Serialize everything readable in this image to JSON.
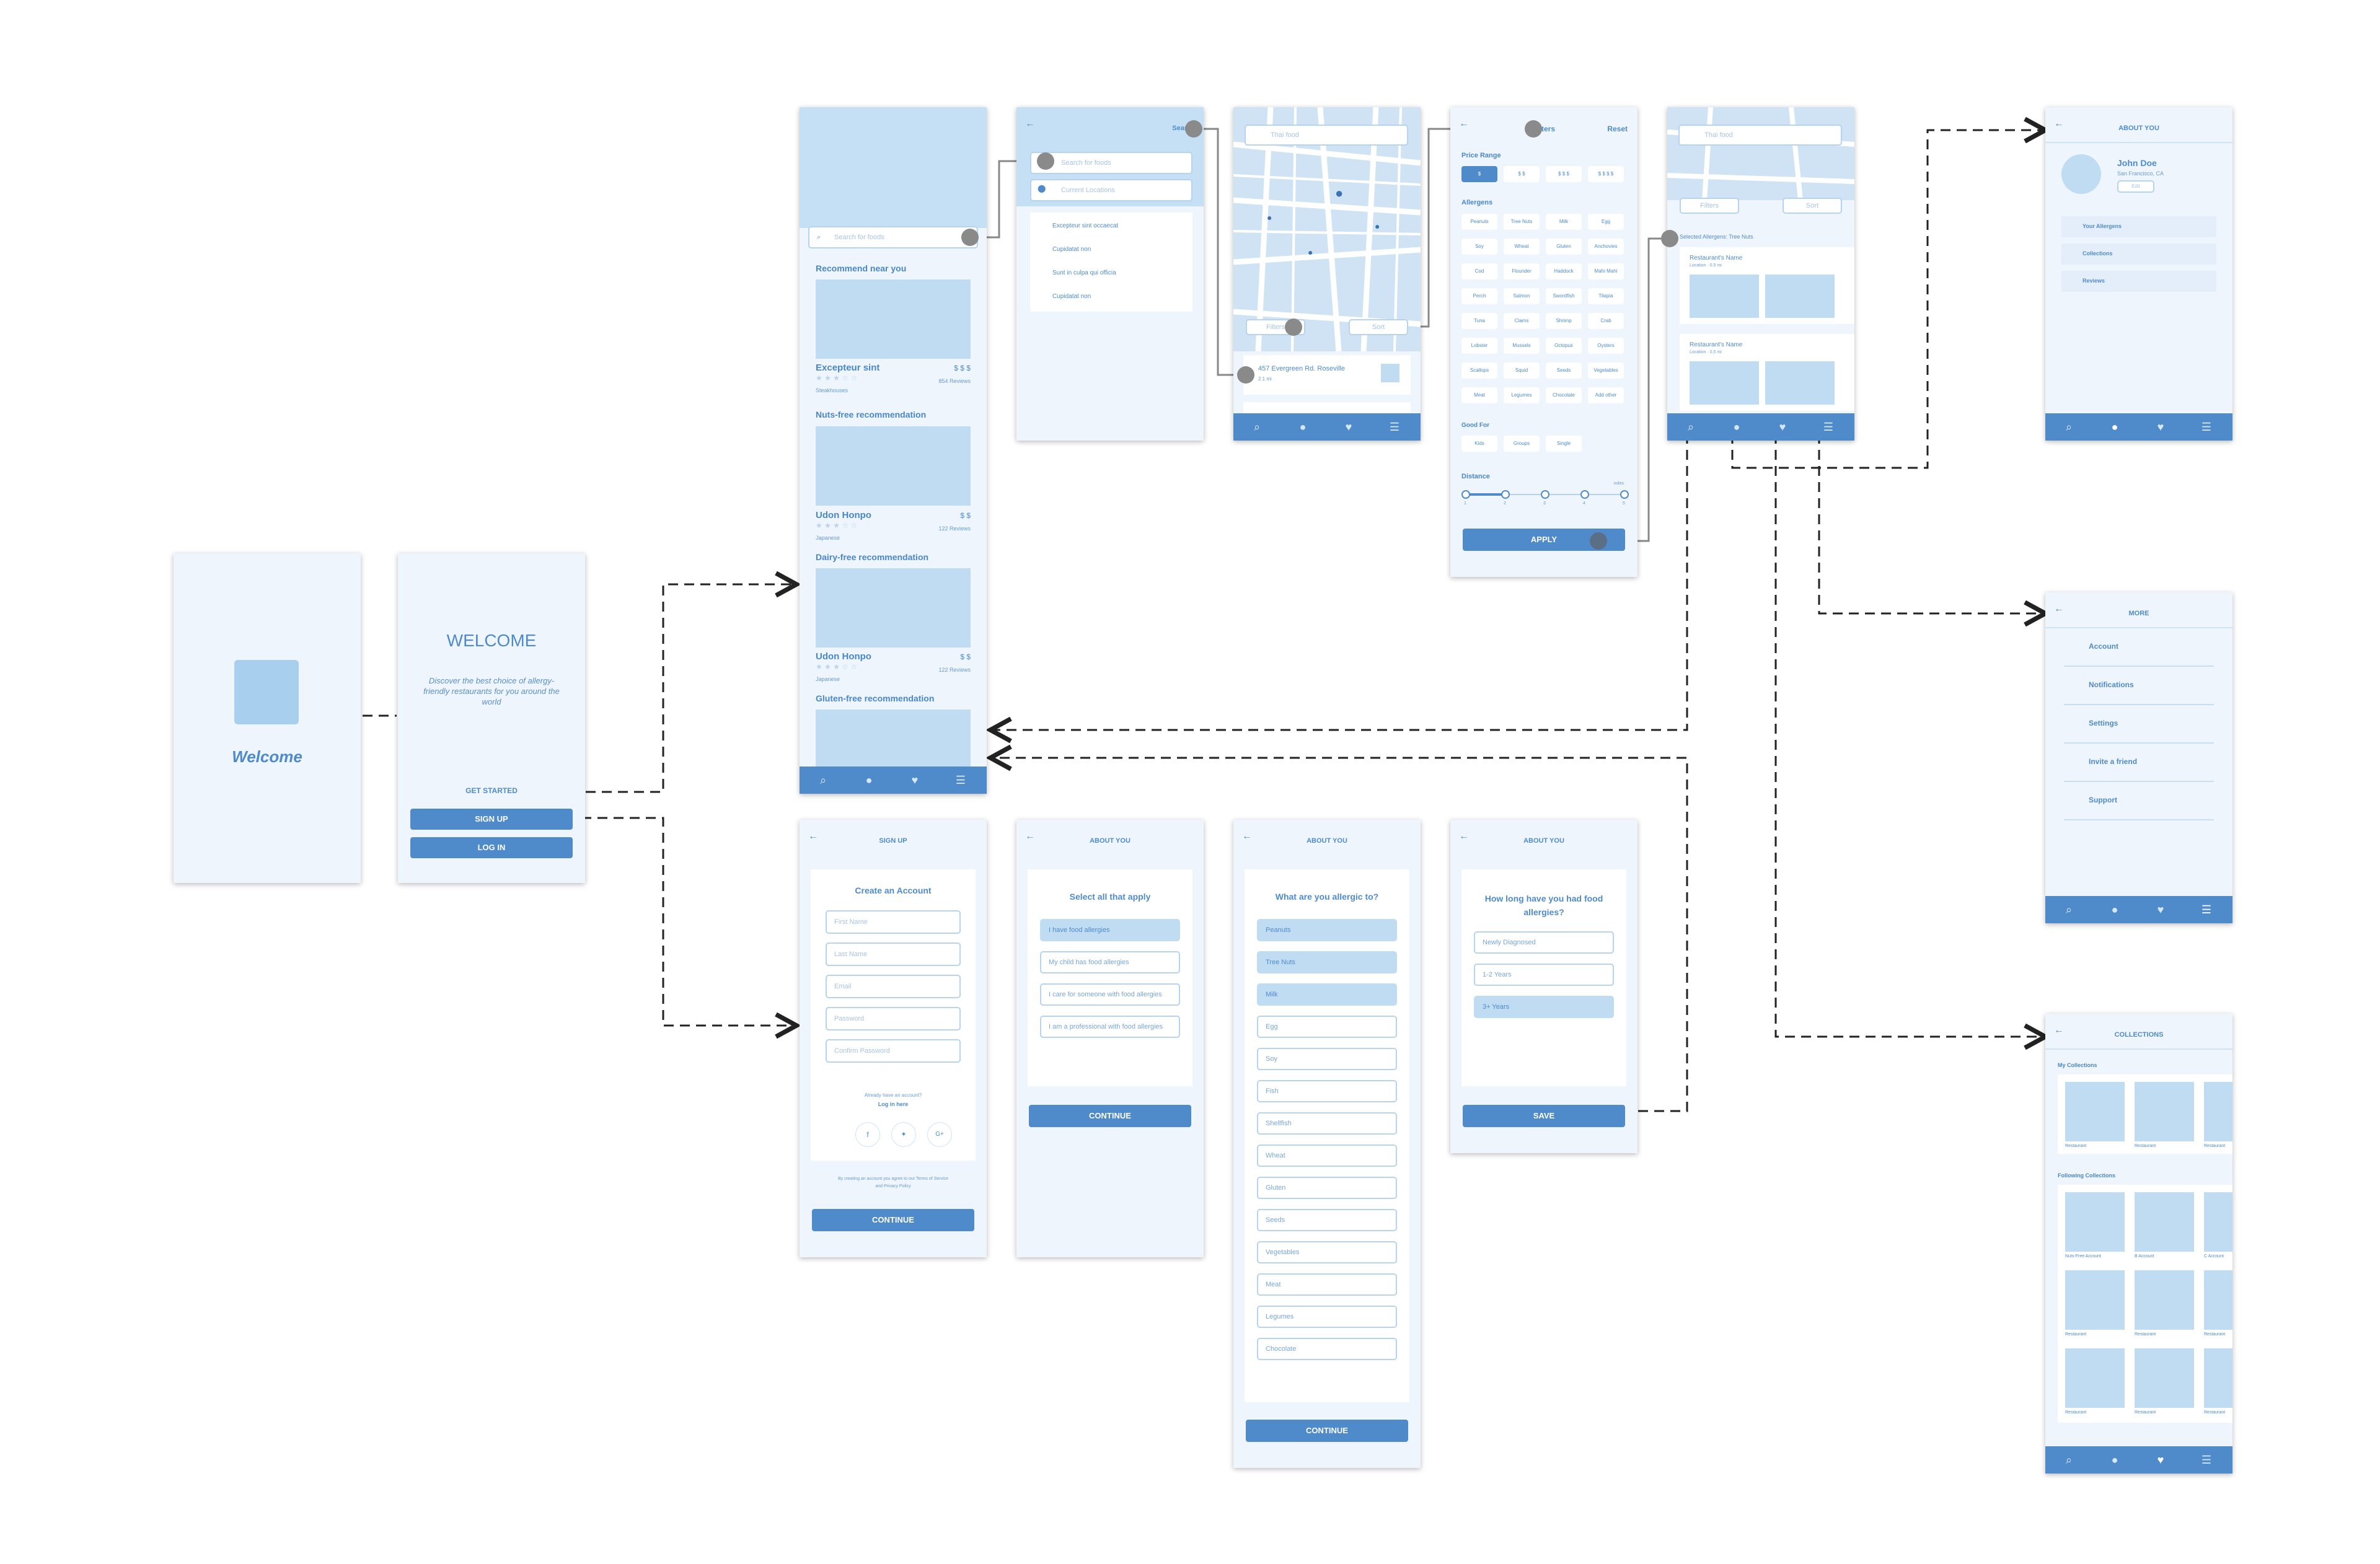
{
  "colors": {
    "accent": "#4f8bcb",
    "surface": "#eef5fc",
    "placeholder": "#bfdcf3"
  },
  "splash": {
    "title": "Welcome"
  },
  "welcome": {
    "title": "WELCOME",
    "subtitle": "Discover the best choice of allergy-friendly restaurants for you around the world",
    "get_started": "GET STARTED",
    "sign_up": "SIGN UP",
    "log_in": "LOG IN"
  },
  "home": {
    "search_placeholder": "Search for foods",
    "sections": [
      {
        "title": "Recommend near you",
        "name": "Excepteur sint",
        "price": "$ $ $",
        "reviews": "854 Reviews",
        "category": "Steakhouses"
      },
      {
        "title": "Nuts-free recommendation",
        "name": "Udon Honpo",
        "price": "$ $",
        "reviews": "122 Reviews",
        "category": "Japanese"
      },
      {
        "title": "Dairy-free recommendation",
        "name": "Udon Honpo",
        "price": "$ $",
        "reviews": "122 Reviews",
        "category": "Japanese"
      },
      {
        "title": "Gluten-free recommendation"
      }
    ]
  },
  "search": {
    "title": "Search",
    "field1": "Search for foods",
    "field2": "Current Locations",
    "results": [
      "Excepteur sint occaecat",
      "Cupidatat non",
      "Sunt in culpa qui officia",
      "Cupidatat non"
    ]
  },
  "map": {
    "search": "Thai food",
    "filter": "Filters",
    "sort": "Sort",
    "address": "457 Evergreen Rd. Roseville",
    "distance": "2.1 mi"
  },
  "filters": {
    "title": "Filters",
    "reset": "Reset",
    "price_label": "Price Range",
    "prices": [
      "$",
      "$ $",
      "$ $ $",
      "$ $ $ $"
    ],
    "allergens_label": "Allergens",
    "allergens": [
      "Peanuts",
      "Tree Nuts",
      "Milk",
      "Egg",
      "Soy",
      "Wheat",
      "Gluten",
      "Anchovies",
      "Cod",
      "Flounder",
      "Haddock",
      "Mahi Mahi",
      "Perch",
      "Salmon",
      "Swordfish",
      "Tilapia",
      "Tuna",
      "Clams",
      "Shrimp",
      "Crab",
      "Lobster",
      "Mussels",
      "Octopus",
      "Oysters",
      "Scallops",
      "Squid",
      "Seeds",
      "Vegetables",
      "Meat",
      "Legumes",
      "Chocolate",
      "Add other"
    ],
    "good_for_label": "Good For",
    "good_for": [
      "Kids",
      "Groups",
      "Single"
    ],
    "distance_label": "Distance",
    "distance_unit": "miles",
    "distance_ticks": [
      "1",
      "2",
      "3",
      "4",
      "5"
    ],
    "apply": "APPLY"
  },
  "results": {
    "search": "Thai food",
    "filters": "Filters",
    "sort": "Sort",
    "selected": "Selected Allergens: Tree Nuts",
    "cards": [
      {
        "name": "Restaurant's Name",
        "meta": "Location · 0.5 mi"
      },
      {
        "name": "Restaurant's Name",
        "meta": "Location · 0.5 mi"
      }
    ]
  },
  "about": {
    "title": "ABOUT YOU",
    "name": "John Doe",
    "location": "San Francisco, CA",
    "edit": "Edit",
    "items": [
      "Your Allergens",
      "Collections",
      "Reviews"
    ]
  },
  "more": {
    "title": "MORE",
    "items": [
      "Account",
      "Notifications",
      "Settings",
      "Invite a friend",
      "Support"
    ]
  },
  "collections": {
    "title": "COLLECTIONS",
    "my": "My Collections",
    "following": "Following Collections",
    "my_labels": [
      "Restaurant",
      "Restaurant",
      "Restaurant"
    ],
    "following_labels": [
      "Nuts-Free Account",
      "B Account",
      "C Account",
      "Restaurant",
      "Restaurant",
      "Restaurant",
      "Restaurant",
      "Restaurant",
      "Restaurant"
    ]
  },
  "signup": {
    "title": "SIGN UP",
    "heading": "Create an Account",
    "fields": [
      "First Name",
      "Last Name",
      "Email",
      "Password",
      "Confirm Password"
    ],
    "have_account": "Already have an account?",
    "log_in": "Log in here",
    "terms": "By creating an account you agree to our Terms of Service and Privacy Policy",
    "continue": "CONTINUE"
  },
  "about1": {
    "title": "ABOUT YOU",
    "heading": "Select all that apply",
    "options": [
      "I have food allergies",
      "My child has food allergies",
      "I care for someone with food allergies",
      "I am a professional with food allergies"
    ],
    "continue": "CONTINUE"
  },
  "about2": {
    "title": "ABOUT YOU",
    "heading": "What are you allergic to?",
    "options": [
      "Peanuts",
      "Tree Nuts",
      "Milk",
      "Egg",
      "Soy",
      "Fish",
      "Shellfish",
      "Wheat",
      "Gluten",
      "Seeds",
      "Vegetables",
      "Meat",
      "Legumes",
      "Chocolate"
    ],
    "continue": "CONTINUE"
  },
  "about3": {
    "title": "ABOUT YOU",
    "heading": "How long have you had food allergies?",
    "options": [
      "Newly Diagnosed",
      "1-2 Years",
      "3+ Years"
    ],
    "save": "SAVE"
  }
}
